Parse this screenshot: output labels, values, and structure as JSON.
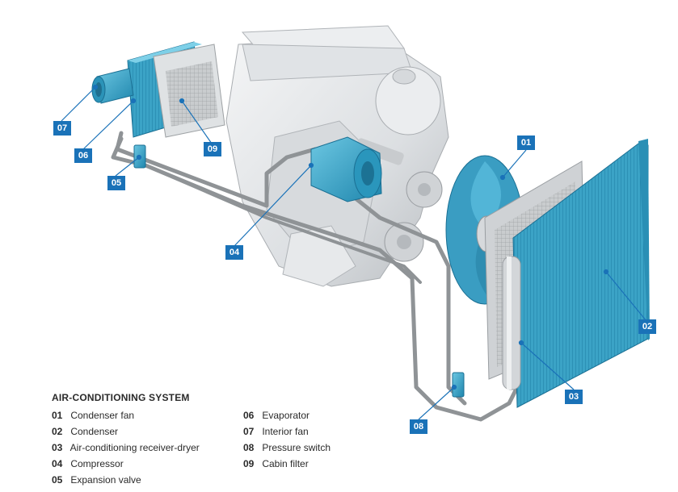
{
  "callouts": {
    "c01": "01",
    "c02": "02",
    "c03": "03",
    "c04": "04",
    "c05": "05",
    "c06": "06",
    "c07": "07",
    "c08": "08",
    "c09": "09"
  },
  "legend": {
    "title": "AIR-CONDITIONING SYSTEM",
    "items": [
      {
        "num": "01",
        "label": "Condenser fan"
      },
      {
        "num": "02",
        "label": "Condenser"
      },
      {
        "num": "03",
        "label": "Air-conditioning receiver-dryer"
      },
      {
        "num": "04",
        "label": "Compressor"
      },
      {
        "num": "05",
        "label": "Expansion valve"
      },
      {
        "num": "06",
        "label": "Evaporator"
      },
      {
        "num": "07",
        "label": "Interior fan"
      },
      {
        "num": "08",
        "label": "Pressure switch"
      },
      {
        "num": "09",
        "label": "Cabin filter"
      }
    ]
  },
  "colors": {
    "component_blue": "#3aa6c8",
    "callout_blue": "#1a72b8",
    "engine_grey": "#e4e6e8",
    "pipe_grey": "#9a9ea2"
  }
}
